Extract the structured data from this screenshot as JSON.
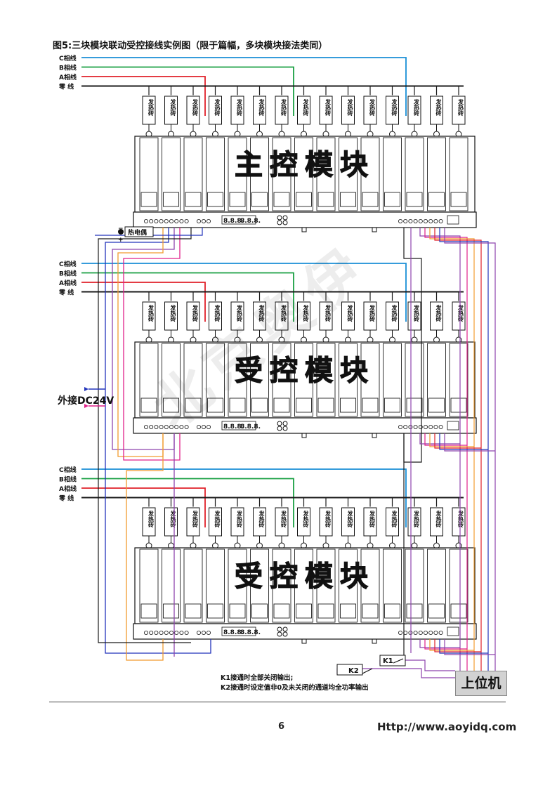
{
  "title": "图5:三块模块联动受控接线实例图（限于篇幅，多块模块接法类同）",
  "phase_labels": [
    "C相线",
    "B相线",
    "A相线",
    "零  线"
  ],
  "heater_label": "发热砖",
  "modules": [
    {
      "label": "主控模块"
    },
    {
      "label": "受控模块"
    },
    {
      "label": "受控模块"
    }
  ],
  "thermocouple_label": "热电偶",
  "dc_input_label": "外接DC24V",
  "display_text": "8.8.8.",
  "switch_k1_label": "K1",
  "switch_k2_label": "K2",
  "notes": [
    "K1接通时全部关闭输出;",
    "K2接通时设定值非0及未关闭的通道均全功率输出"
  ],
  "host_label": "上位机",
  "page_number": "6",
  "url": "Http://www.aoyidq.com",
  "watermark": "北京奥伊",
  "colors": {
    "c_phase": "#1a8fd6",
    "b_phase": "#1aa043",
    "a_phase": "#e0202a",
    "neutral": "#1a1a1a",
    "dc_pos": "#e0208a",
    "dc_neg": "#2233bb",
    "signal_purple": "#8e44ad",
    "signal_orange": "#f29b2f"
  }
}
